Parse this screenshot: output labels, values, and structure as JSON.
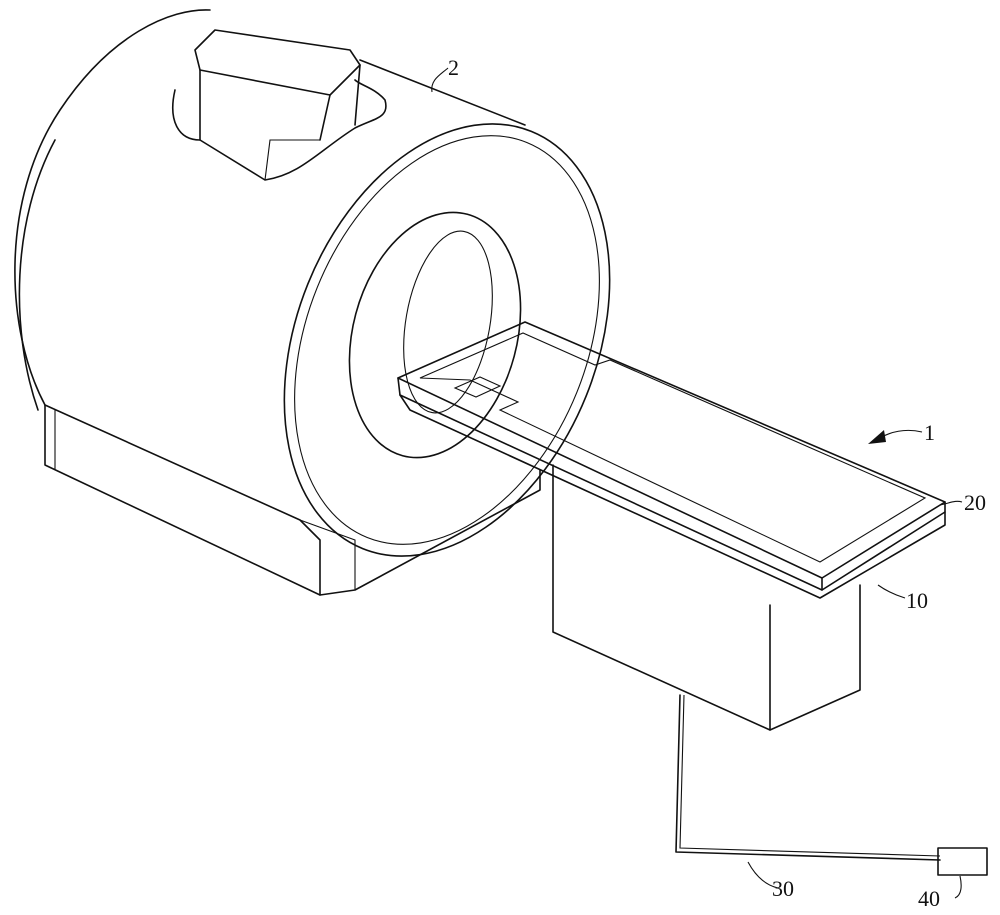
{
  "figure": {
    "labels": {
      "gantry": "2",
      "assembly": "1",
      "top_plate": "20",
      "table": "10",
      "cable": "30",
      "device": "40"
    },
    "colors": {
      "line": "#111111",
      "background": "#ffffff"
    }
  }
}
